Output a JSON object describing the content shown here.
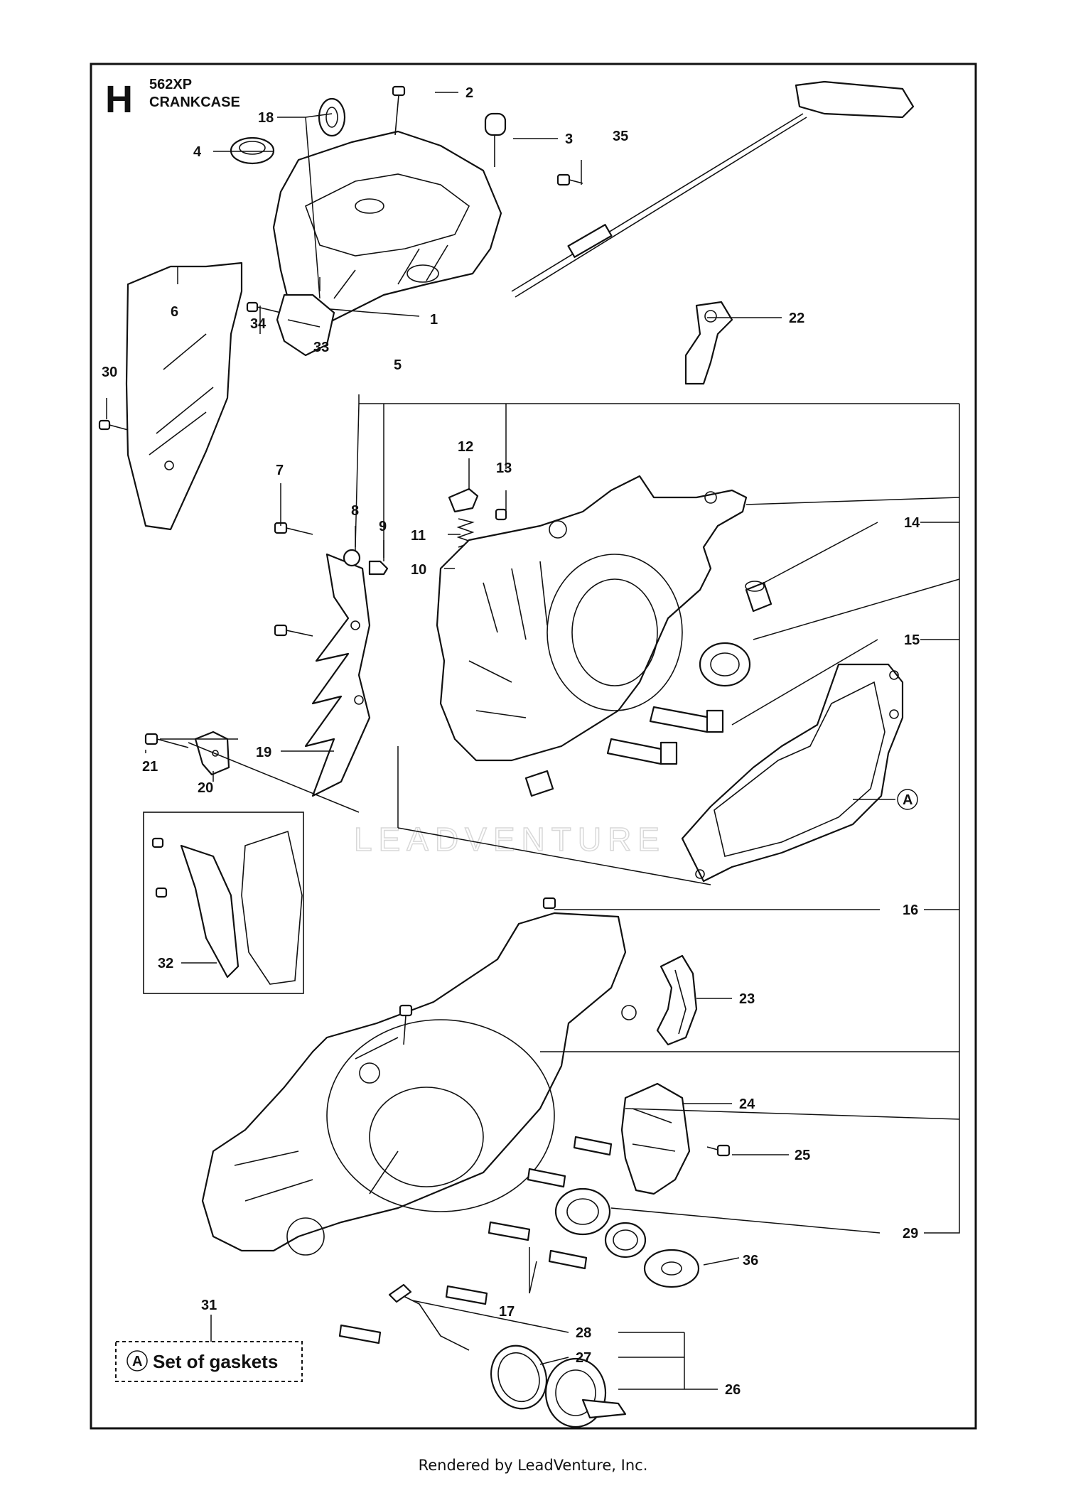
{
  "header": {
    "section_letter": "H",
    "model": "562XP",
    "title": "CRANKCASE"
  },
  "watermark_text": "LEADVENTURE",
  "callouts": {
    "c1": "1",
    "c2": "2",
    "c3": "3",
    "c4": "4",
    "c5": "5",
    "c6": "6",
    "c7": "7",
    "c8": "8",
    "c9": "9",
    "c10": "10",
    "c11": "11",
    "c12": "12",
    "c13": "13",
    "c14": "14",
    "c15": "15",
    "c16": "16",
    "c17": "17",
    "c18": "18",
    "c19": "19",
    "c20": "20",
    "c21": "21",
    "c22": "22",
    "c23": "23",
    "c24": "24",
    "c25": "25",
    "c26": "26",
    "c27": "27",
    "c28": "28",
    "c29": "29",
    "c30": "30",
    "c31": "31",
    "c32": "32",
    "c33": "33",
    "c34": "34",
    "c35": "35",
    "c36": "36"
  },
  "gasket_marker": "A",
  "legend": {
    "marker": "A",
    "label": "Set of gaskets"
  },
  "footer": "Rendered by LeadVenture, Inc.",
  "colors": {
    "ink": "#111111",
    "background": "#ffffff",
    "watermark": "#d8d8d8"
  }
}
